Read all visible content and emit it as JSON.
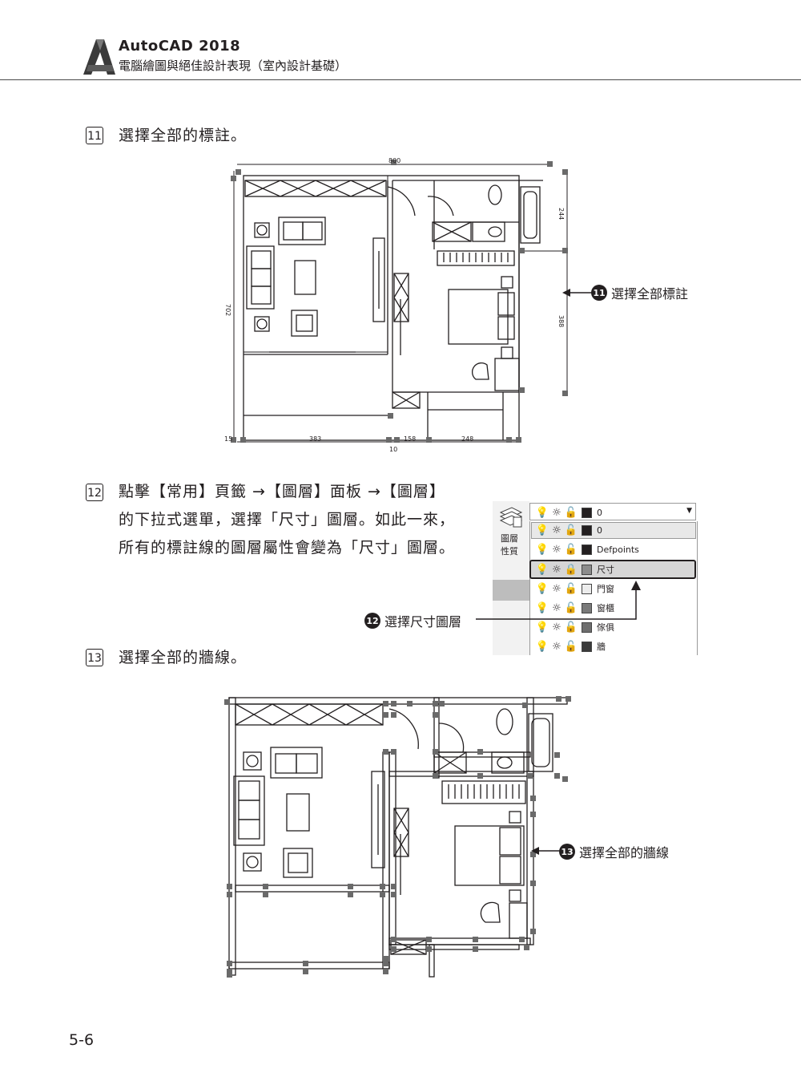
{
  "header": {
    "title": "AutoCAD 2018",
    "subtitle": "電腦繪圖與絕佳設計表現（室內設計基礎）"
  },
  "steps": [
    {
      "num": "11",
      "text": "選擇全部的標註。"
    },
    {
      "num": "12",
      "lines": [
        "點擊【常用】頁籤 →【圖層】面板 →【圖層】",
        "的下拉式選單，選擇「尺寸」圖層。如此一來，",
        "所有的標註線的圖層屬性會變為「尺寸」圖層。"
      ]
    },
    {
      "num": "13",
      "text": "選擇全部的牆線。"
    }
  ],
  "callouts": {
    "c11": {
      "badge": "11",
      "text": "選擇全部標註"
    },
    "c12": {
      "badge": "12",
      "text": "選擇尺寸圖層"
    },
    "c13": {
      "badge": "13",
      "text": "選擇全部的牆線"
    }
  },
  "plan1_dims": {
    "top": "800",
    "left": "702",
    "right_top": "244",
    "right_bottom": "388",
    "bottom_a": "15",
    "bottom_b": "383",
    "bottom_c": "158",
    "bottom_d": "248",
    "bottom_e": "10"
  },
  "layer_panel": {
    "icon_label_1": "圖層",
    "icon_label_2": "性質",
    "current": "0",
    "layers": [
      {
        "name": "0",
        "color": "#231f20"
      },
      {
        "name": "Defpoints",
        "color": "#231f20"
      },
      {
        "name": "尺寸",
        "color": "#8c8c8c"
      },
      {
        "name": "門窗",
        "color": "#ececec"
      },
      {
        "name": "窗櫃",
        "color": "#7a7a7a"
      },
      {
        "name": "傢俱",
        "color": "#6e6e6e"
      },
      {
        "name": "牆",
        "color": "#3a3a3a"
      }
    ]
  },
  "page_number": "5-6"
}
